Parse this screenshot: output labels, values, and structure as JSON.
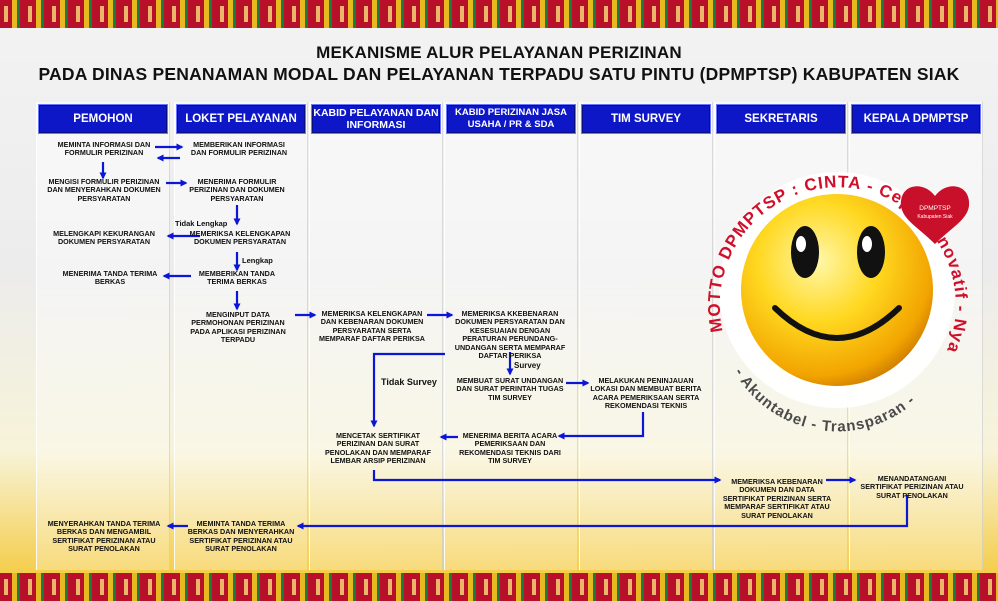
{
  "title": {
    "line1": "MEKANISME ALUR PELAYANAN PERIZINAN",
    "line2": "PADA DINAS PENANAMAN MODAL DAN PELAYANAN TERPADU SATU PINTU (DPMPTSP) KABUPATEN SIAK"
  },
  "lanes": [
    {
      "label": "PEMOHON"
    },
    {
      "label": "LOKET PELAYANAN"
    },
    {
      "label": "KABID PELAYANAN DAN INFORMASI"
    },
    {
      "label": "KABID PERIZINAN JASA USAHA / PR & SDA"
    },
    {
      "label": "TIM SURVEY"
    },
    {
      "label": "SEKRETARIS"
    },
    {
      "label": "KEPALA DPMPTSP"
    }
  ],
  "steps": {
    "s1": "MEMINTA INFORMASI DAN FORMULIR PERIZINAN",
    "s2": "MEMBERIKAN INFORMASI DAN FORMULIR PERIZINAN",
    "s3": "MENGISI FORMULIR PERIZINAN DAN MENYERAHKAN DOKUMEN PERSYARATAN",
    "s4": "MENERIMA FORMULIR PERIZINAN DAN DOKUMEN PERSYARATAN",
    "s5": "MELENGKAPI KEKURANGAN DOKUMEN PERSYARATAN",
    "s6": "MEMERIKSA KELENGKAPAN DOKUMEN PERSYARATAN",
    "s7": "MENERIMA TANDA TERIMA BERKAS",
    "s8": "MEMBERIKAN TANDA TERIMA BERKAS",
    "s9": "MENGINPUT DATA PERMOHONAN PERIZINAN PADA APLIKASI PERIZINAN TERPADU",
    "s10": "MEMERIKSA KELENGKAPAN DAN KEBENARAN DOKUMEN PERSYARATAN SERTA MEMPARAF DAFTAR PERIKSA",
    "s11": "MEMERIKSA KKEBENARAN DOKUMEN PERSYARATAN DAN KESESUAIAN DENGAN PERATURAN PERUNDANG-UNDANGAN SERTA MEMPARAF DAFTAR PERIKSA",
    "s12": "MEMBUAT SURAT UNDANGAN DAN SURAT PERINTAH TUGAS TIM SURVEY",
    "s13": "MELAKUKAN PENINJAUAN LOKASI DAN MEMBUAT BERITA ACARA PEMERIKSAAN SERTA REKOMENDASI TEKNIS",
    "s14": "MENERIMA BERITA ACARA PEMERIKSAAN DAN REKOMENDASI TEKNIS DARI TIM SURVEY",
    "s15": "MENCETAK SERTIFIKAT PERIZINAN DAN SURAT PENOLAKAN DAN MEMPARAF LEMBAR ARSIP PERIZINAN",
    "s16": "MEMERIKSA KEBENARAN DOKUMEN DAN DATA SERTIFIKAT PERIZINAN SERTA MEMPARAF SERTIFIKAT ATAU SURAT PENOLAKAN",
    "s17": "MENANDATANGANI SERTIFIKAT PERIZINAN ATAU SURAT PENOLAKAN",
    "s18": "MEMINTA TANDA TERIMA BERKAS DAN MENYERAHKAN SERTIFIKAT PERIZINAN ATAU SURAT PENOLAKAN",
    "s19": "MENYERAHKAN TANDA TERIMA BERKAS DAN MENGAMBIL SERTIFIKAT PERIZINAN ATAU SURAT PENOLAKAN"
  },
  "labels": {
    "tidak_lengkap": "Tidak Lengkap",
    "lengkap": "Lengkap",
    "survey": "Survey",
    "tidak_survey": "Tidak Survey"
  },
  "motto": {
    "arc_text": "MOTTO DPMPTSP : CINTA - Cepat - Inovatif - Nyaman - Transparan - Akuntabel",
    "heart_line1": "DPMPTSP",
    "heart_line2": "Kabupaten Siak"
  },
  "colors": {
    "lane_header": "#0d17c8",
    "arrow": "#0b16d6",
    "motto_text": "#d0102a",
    "band_red": "#b8102a",
    "band_gold": "#e8b820"
  }
}
